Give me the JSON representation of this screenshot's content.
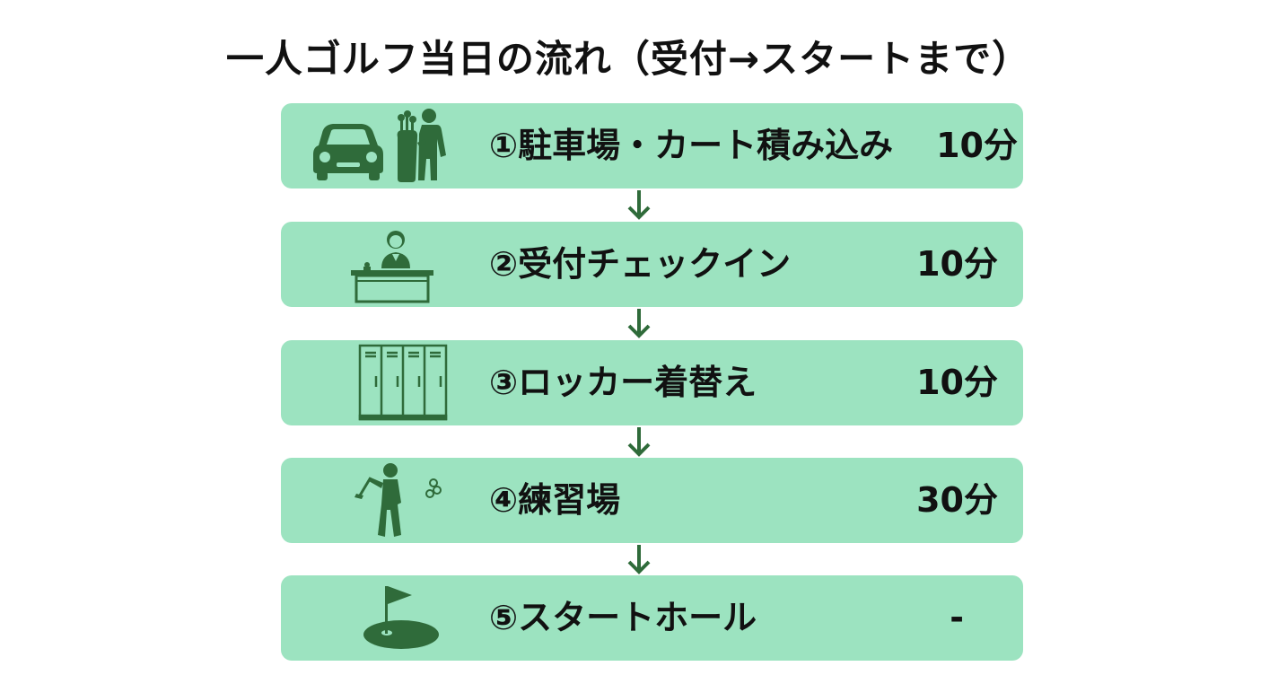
{
  "title": "一人ゴルフ当日の流れ（受付→スタートまで）",
  "colors": {
    "box_fill": "#9ce3c0",
    "icon_green": "#2f6b3a",
    "arrow_green": "#2f6b3a",
    "text": "#111111"
  },
  "steps": [
    {
      "label": "①駐車場・カート積み込み",
      "time": "10分",
      "icons": [
        "car-icon",
        "golfer-with-bag-icon"
      ]
    },
    {
      "label": "②受付チェックイン",
      "time": "10分",
      "icons": [
        "reception-desk-icon"
      ]
    },
    {
      "label": "③ロッカー着替え",
      "time": "10分",
      "icons": [
        "locker-icon"
      ]
    },
    {
      "label": "④練習場",
      "time": "30分",
      "icons": [
        "golfer-swing-icon"
      ]
    },
    {
      "label": "⑤スタートホール",
      "time": "-",
      "icons": [
        "flag-hole-icon"
      ]
    }
  ]
}
